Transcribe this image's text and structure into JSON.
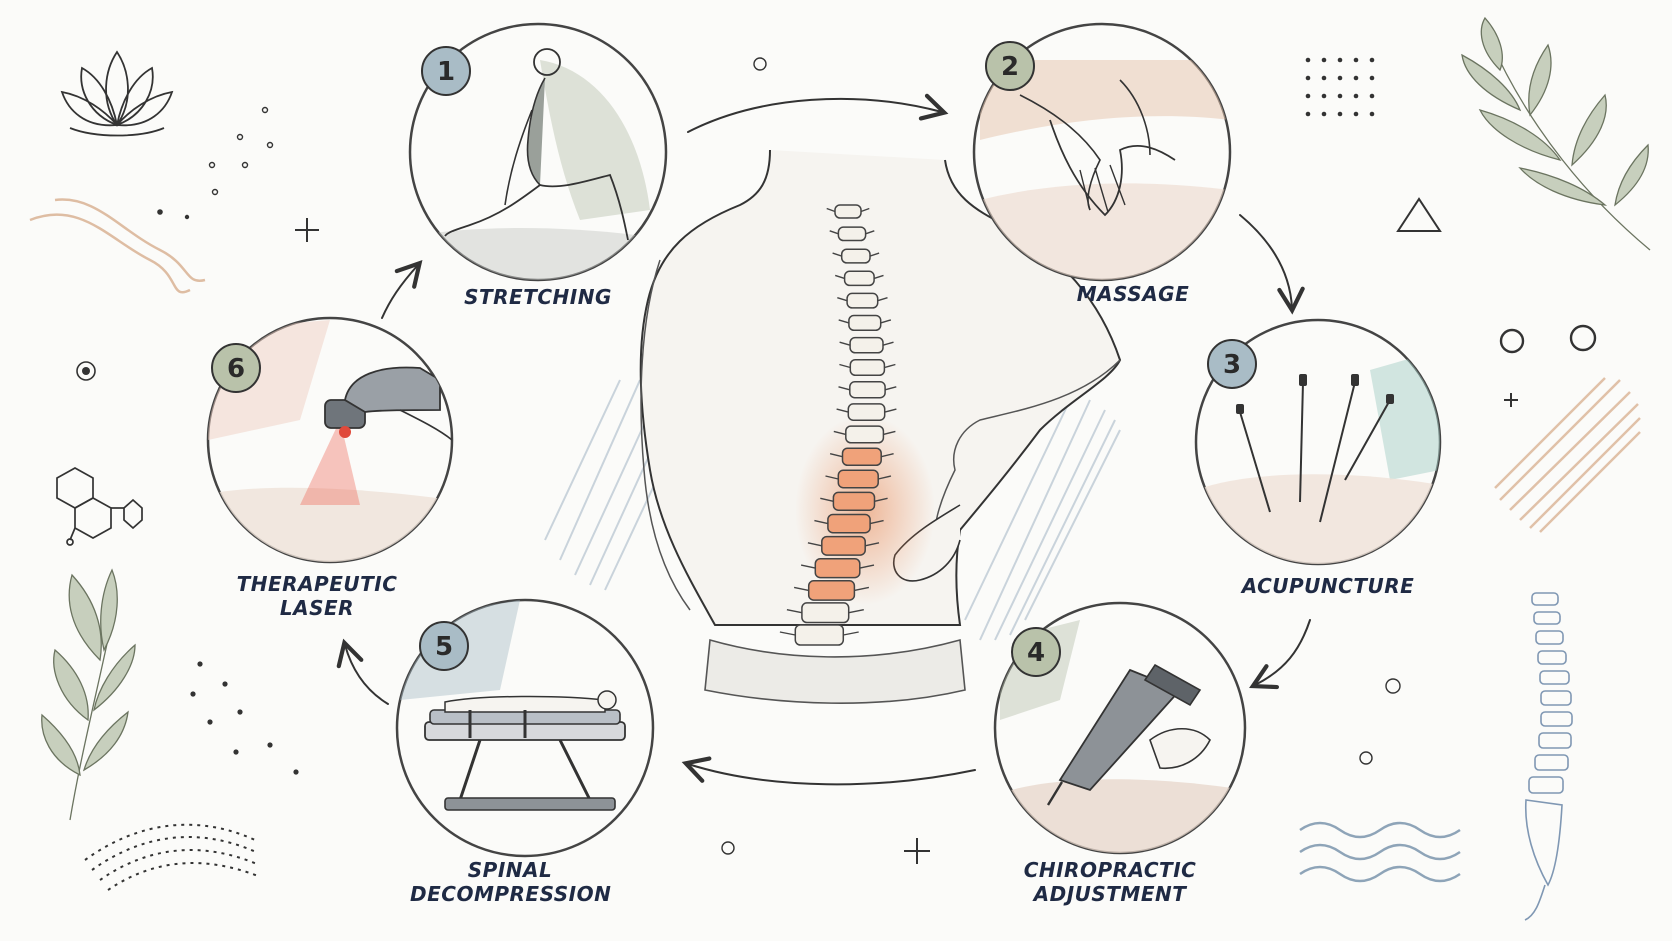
{
  "colors": {
    "ink": "#333333",
    "label": "#1f2a44",
    "badge_blue": "#a9bcc6",
    "badge_green": "#b9c2aa",
    "pain_orange": "#e8844f",
    "sage": "#b7c2ad",
    "pencil_blue": "#8ea4b8",
    "pencil_tan": "#d8ae8e"
  },
  "steps": [
    {
      "num": "1",
      "line1": "STRETCHING",
      "line2": "",
      "badge": "blue",
      "icon": "stretching-figure-icon"
    },
    {
      "num": "2",
      "line1": "MASSAGE",
      "line2": "",
      "badge": "green",
      "icon": "massage-hands-icon"
    },
    {
      "num": "3",
      "line1": "ACUPUNCTURE",
      "line2": "",
      "badge": "blue",
      "icon": "acupuncture-needles-icon"
    },
    {
      "num": "4",
      "line1": "CHIROPRACTIC",
      "line2": "ADJUSTMENT",
      "badge": "green",
      "icon": "adjusting-instrument-icon"
    },
    {
      "num": "5",
      "line1": "SPINAL",
      "line2": "DECOMPRESSION",
      "badge": "blue",
      "icon": "decompression-table-icon"
    },
    {
      "num": "6",
      "line1": "THERAPEUTIC",
      "line2": "LASER",
      "badge": "green",
      "icon": "laser-device-icon"
    }
  ],
  "center_icon": "back-pain-spine-icon"
}
